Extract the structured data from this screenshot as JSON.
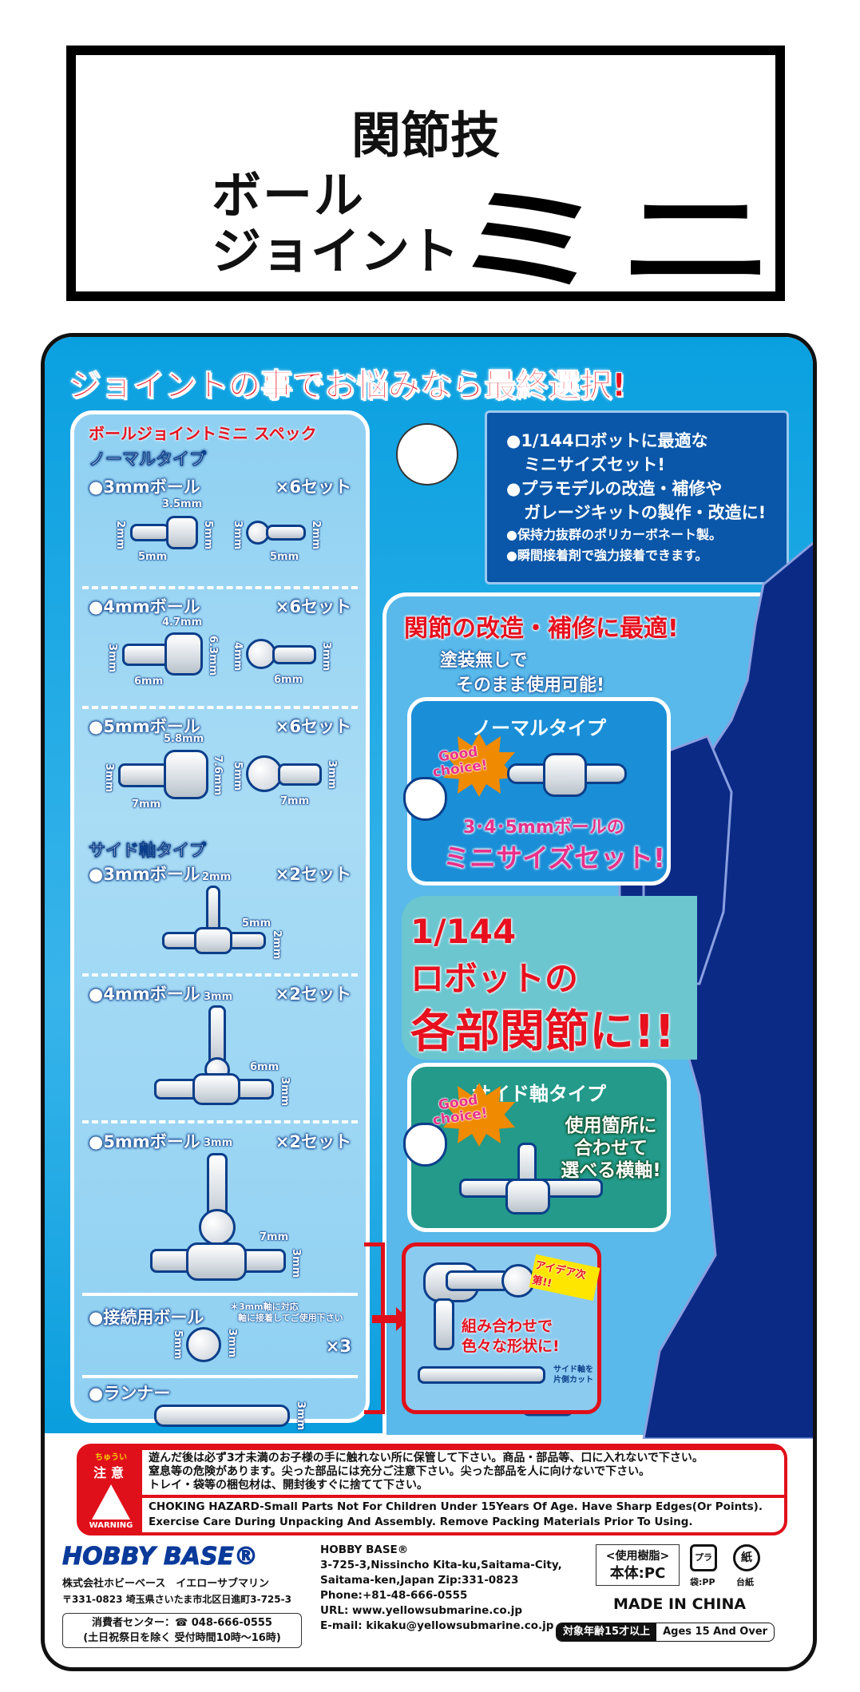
{
  "header": {
    "title": "関節技",
    "product_line1": "ボール",
    "product_line2": "ジョイント",
    "product_big": "ミニ"
  },
  "headline": "ジョイントの事でお悩みなら最終選択!",
  "spec": {
    "title": "ボールジョイントミニ スペック",
    "normal_type_label": "ノーマルタイプ",
    "normal_items": [
      {
        "label": "●3mmボール",
        "qty": "×6セット",
        "socket_dims": [
          "3.5mm",
          "2mm",
          "5mm",
          "5mm"
        ],
        "ball_dims": [
          "3mm",
          "2mm",
          "5mm"
        ]
      },
      {
        "label": "●4mmボール",
        "qty": "×6セット",
        "socket_dims": [
          "4.7mm",
          "3mm",
          "6mm",
          "6.3mm"
        ],
        "ball_dims": [
          "4mm",
          "3mm",
          "6mm"
        ]
      },
      {
        "label": "●5mmボール",
        "qty": "×6セット",
        "socket_dims": [
          "5.8mm",
          "3mm",
          "7mm",
          "7.6mm"
        ],
        "ball_dims": [
          "5mm",
          "3mm",
          "7mm"
        ]
      }
    ],
    "side_type_label": "サイド軸タイプ",
    "side_items": [
      {
        "label": "●3mmボール",
        "qty": "×2セット",
        "dims": [
          "2mm",
          "5mm",
          "2mm"
        ]
      },
      {
        "label": "●4mmボール",
        "qty": "×2セット",
        "dims": [
          "3mm",
          "6mm",
          "3mm"
        ]
      },
      {
        "label": "●5mmボール",
        "qty": "×2セット",
        "dims": [
          "3mm",
          "7mm",
          "3mm"
        ]
      }
    ],
    "connector": {
      "label": "●接続用ボール",
      "note1": "＊3mm軸に対応",
      "note2": "軸に接着してご使用下さい",
      "qty": "×3",
      "dims": [
        "5mm",
        "3mm"
      ]
    },
    "runner": {
      "label": "●ランナー",
      "dim": "3mm"
    }
  },
  "info": {
    "bullets": [
      "●1/144ロボットに最適な",
      "ミニサイズセット!",
      "●プラモデルの改造・補修や",
      "ガレージキットの製作・改造に!",
      "●保持力抜群のポリカーボネート製。",
      "●瞬間接着剤で強力接着できます。"
    ]
  },
  "right": {
    "headline": "関節の改造・補修に最適!",
    "sub1": "塗装無しで",
    "sub2": "そのまま使用可能!",
    "normal_box": {
      "title": "ノーマルタイプ",
      "badge": "Good choice!",
      "caption1": "3･4･5mmボールの",
      "caption2": "ミニサイズセット!"
    },
    "band": {
      "line1": "1/144",
      "line2": "ロボットの",
      "line3": "各部関節に!!"
    },
    "side_box": {
      "title": "サイド軸タイプ",
      "badge": "Good choice!",
      "callout": [
        "使用箇所に",
        "合わせて",
        "選べる横軸!"
      ]
    },
    "combo": {
      "badge": "アイデア次第!!",
      "caption1": "組み合わせで",
      "caption2": "色々な形状に!",
      "note1": "サイド軸を",
      "note2": "片側カット"
    }
  },
  "warning": {
    "ruby": "ちゅうい",
    "title": "注意",
    "label": "WARNING",
    "jp": [
      "遊んだ後は必ず3才未満のお子様の手に触れない所に保管して下さい。商品・部品等、口に入れないで下さい。",
      "窒息等の危険があります。尖った部品には充分ご注意下さい。尖った部品を人に向けないで下さい。",
      "トレイ・袋等の梱包材は、開封後すぐに捨てて下さい。"
    ],
    "en": "CHOKING HAZARD-Small Parts Not For Children Under 15Years Of Age. Have Sharp Edges(Or Points). Exercise Care During Unpacking And Assembly. Remove Packing Materials Prior To Using."
  },
  "footer": {
    "logo": "HOBBY BASE®",
    "company": "株式会社ホビーベース　イエローサブマリン",
    "address_jp": "〒331-0823 埼玉県さいたま市北区日進町3-725-3",
    "consumer": "消費者センター：☎ 048-666-0555",
    "hours": "(土日祝祭日を除く 受付時間10時～16時)",
    "en_lines": [
      "HOBBY BASE®",
      "3-725-3,Nissincho Kita-ku,Saitama-City,",
      "Saitama-ken,Japan Zip:331-0823",
      "Phone:+81-48-666-0555",
      "URL: www.yellowsubmarine.co.jp",
      "E-mail: kikaku@yellowsubmarine.co.jp"
    ],
    "resin_label": "<使用樹脂>",
    "resin_value": "本体:PC",
    "recycle1": "袋:PP",
    "recycle1_mark": "プラ",
    "recycle2": "台紙",
    "recycle2_mark": "紙",
    "made_in": "MADE IN CHINA",
    "age_jp": "対象年齢15才以上",
    "age_en": "Ages 15 And Over"
  }
}
